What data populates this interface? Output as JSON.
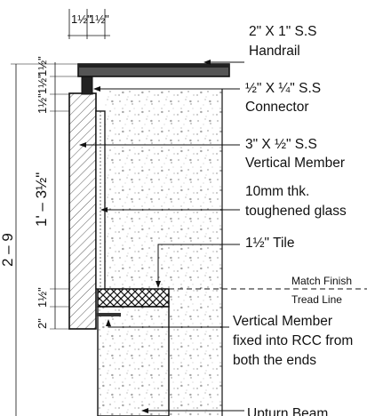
{
  "labels": {
    "handrail_line1": "2\" X 1\"  S.S",
    "handrail_line2": "Handrail",
    "connector_line1": "½\" X ¼\"  S.S",
    "connector_line2": "Connector",
    "vertical_member_line1": "3\" X ½\"  S.S",
    "vertical_member_line2": "Vertical Member",
    "glass_line1": "10mm thk.",
    "glass_line2": "toughened glass",
    "tile": "1½\" Tile",
    "match_finish": "Match Finish",
    "tread_line": "Tread Line",
    "fixing_line1": "Vertical Member",
    "fixing_line2": "fixed into RCC from",
    "fixing_line3": "both the ends",
    "beam": "Upturn Beam"
  },
  "dimensions": {
    "top_left": "1½\"",
    "top_right": "1½\"",
    "left_handrail": "1½\"",
    "left_connector": "1½\"",
    "left_gap": "1½\"",
    "left_glass": "1' – 3½\"",
    "left_tile": "1½\"",
    "left_bottom": "2\"",
    "overall": "2 – 9"
  }
}
